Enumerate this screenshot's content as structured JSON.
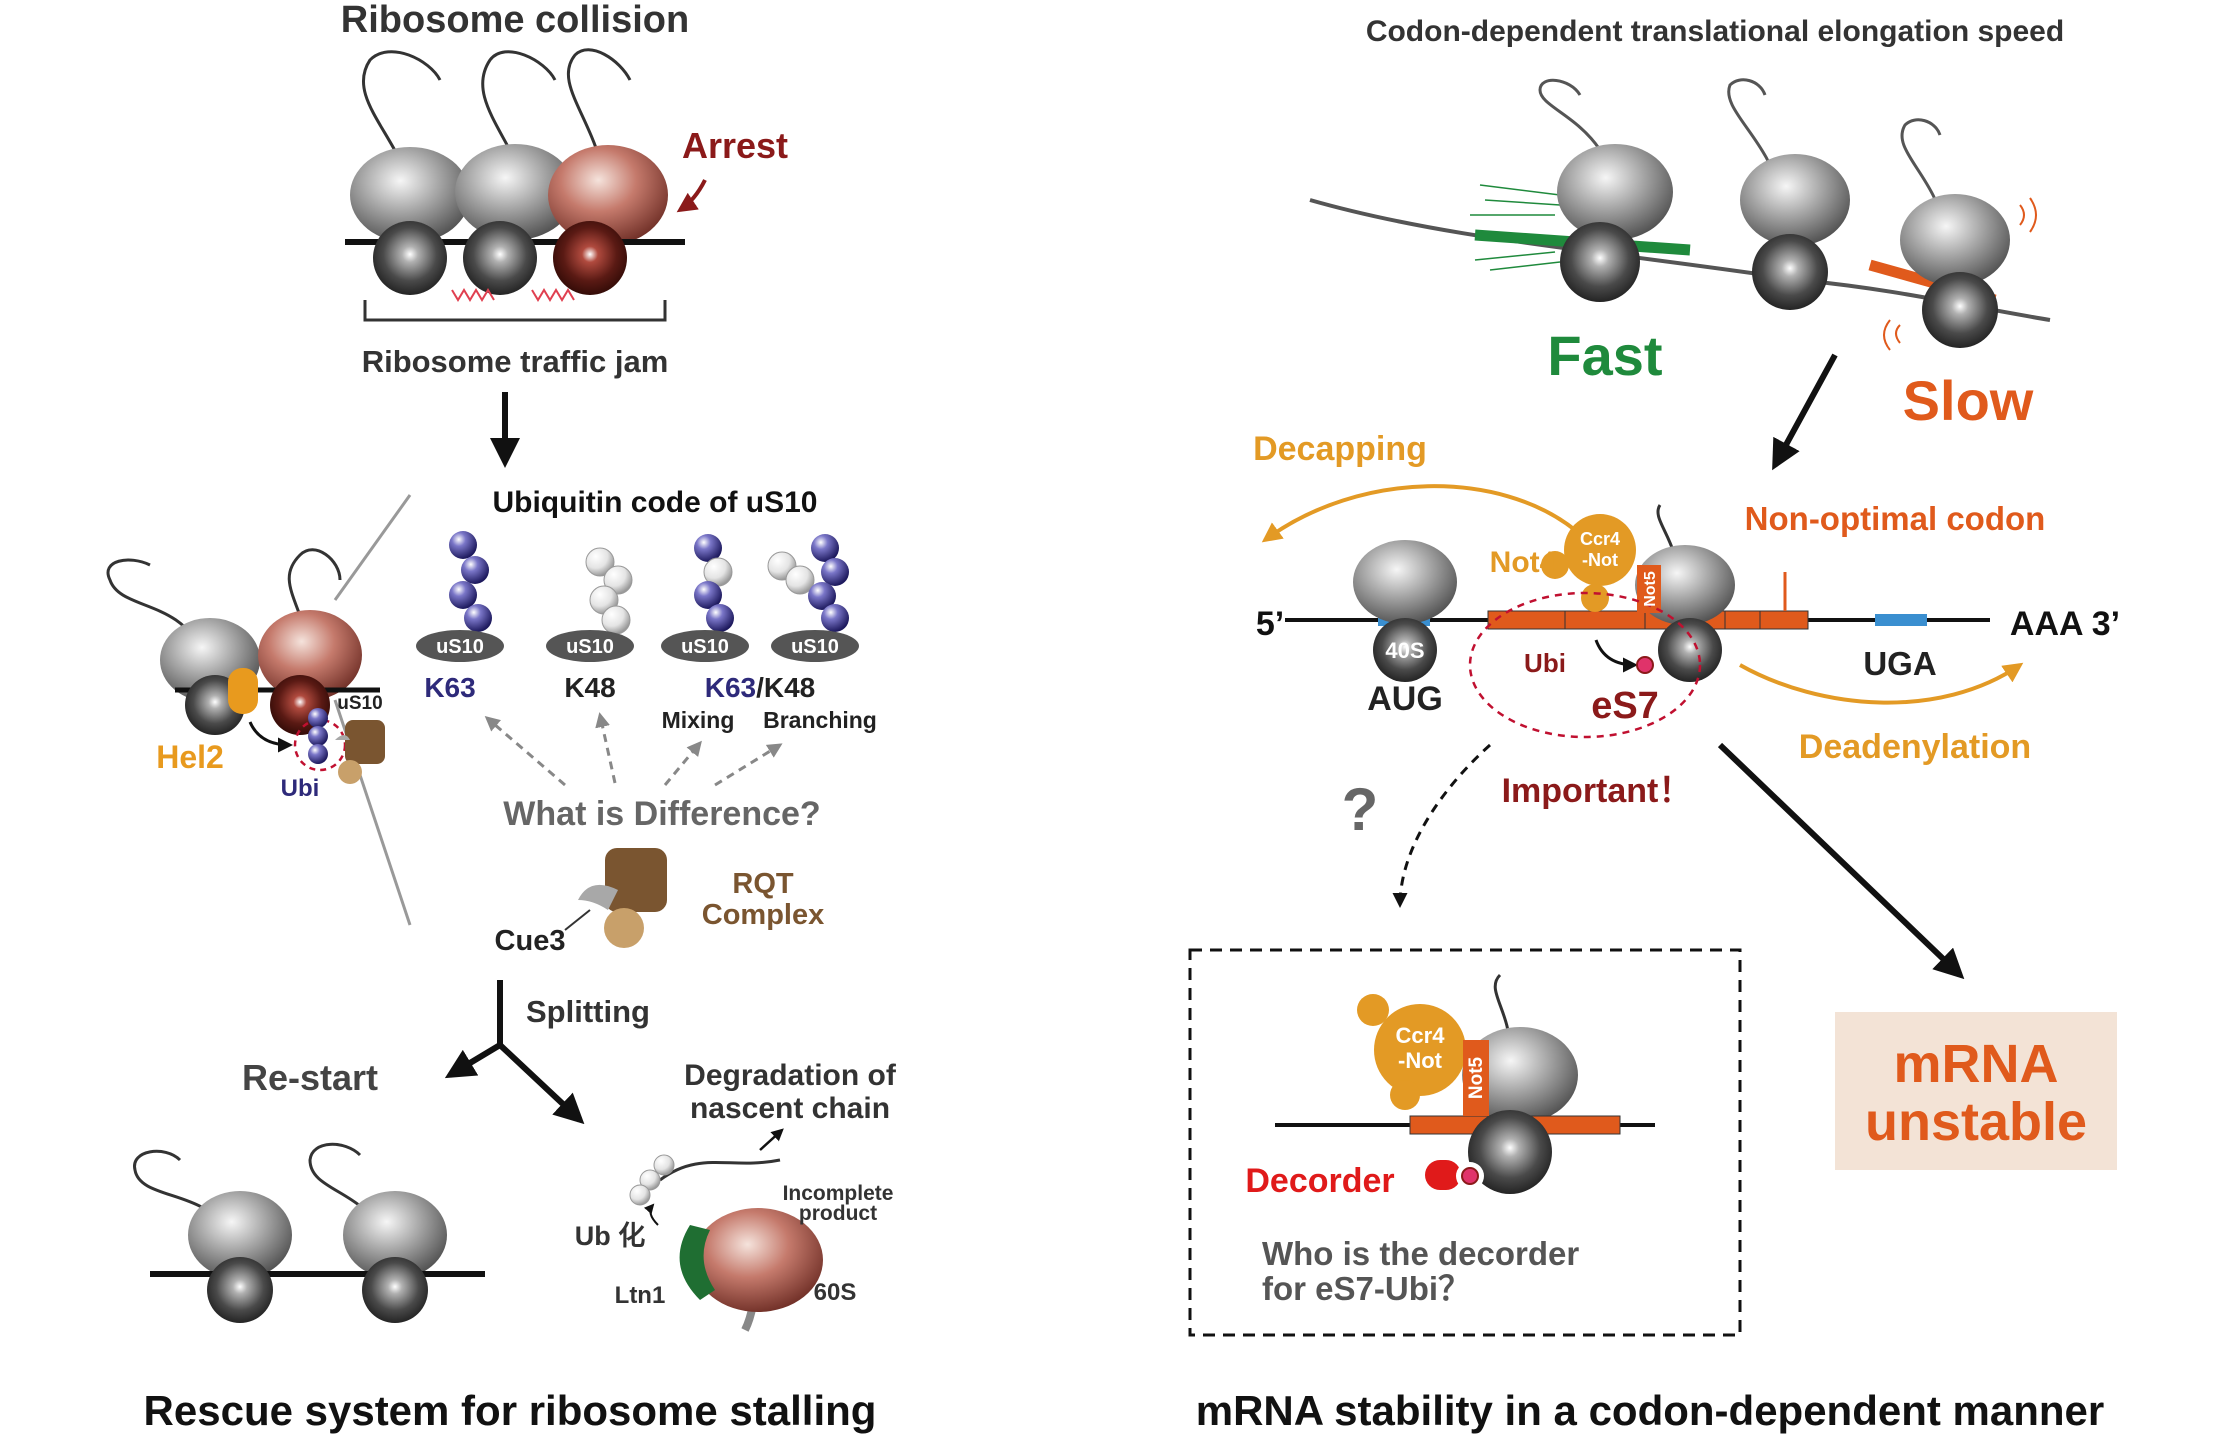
{
  "left": {
    "title": "Ribosome collision",
    "arrest": "Arrest",
    "traffic_jam": "Ribosome traffic jam",
    "ubiquitin_title": "Ubiquitin code of uS10",
    "us10": "uS10",
    "chains": [
      {
        "label": "K63"
      },
      {
        "label": "K48"
      },
      {
        "label_a": "K63",
        "label_b": "/K48",
        "sub1": "Mixing",
        "sub2": "Branching"
      }
    ],
    "hel2": "Hel2",
    "ubi": "Ubi",
    "us10_small": "uS10",
    "difference": "What is Difference?",
    "rqt": "RQT",
    "complex": "Complex",
    "cue3": "Cue3",
    "splitting": "Splitting",
    "restart": "Re-start",
    "degradation_1": "Degradation of",
    "degradation_2": "nascent chain",
    "incomplete_1": "Incomplete",
    "incomplete_2": "product",
    "ub": "Ub 化",
    "ltn1": "Ltn1",
    "s60": "60S",
    "caption": "Rescue system for ribosome stalling"
  },
  "right": {
    "title": "Codon-dependent translational elongation speed",
    "fast": "Fast",
    "slow": "Slow",
    "decapping": "Decapping",
    "not4": "Not4",
    "ccr4_1": "Ccr4",
    "ccr4_2": "-Not",
    "not5": "Not5",
    "nonoptimal": "Non-optimal codon",
    "five": "5’",
    "s40": "40S",
    "aug": "AUG",
    "ubi": "Ubi",
    "es7": "eS7",
    "uga": "UGA",
    "aaa": "AAA  3’",
    "deadenylation": "Deadenylation",
    "important": "Important！",
    "question": "?",
    "decorder": "Decorder",
    "who_1": "Who is the decorder",
    "who_2": "for eS7-Ubi？",
    "mrna_1": "mRNA",
    "mrna_2": "unstable",
    "caption": "mRNA stability in a codon-dependent manner"
  },
  "colors": {
    "arrest": "#8b1a1a",
    "ubchain": "#2e2a7a",
    "hel2": "#e89a1e",
    "rqt": "#7a5530",
    "fast": "#1f8a3c",
    "slow": "#e05a1c",
    "orange": "#e39a25",
    "codon": "#e05a1c",
    "decorder": "#e01a1a",
    "important": "#8b1a1a",
    "gray_text": "#555555",
    "mrna_box": "#f3e3d6"
  }
}
